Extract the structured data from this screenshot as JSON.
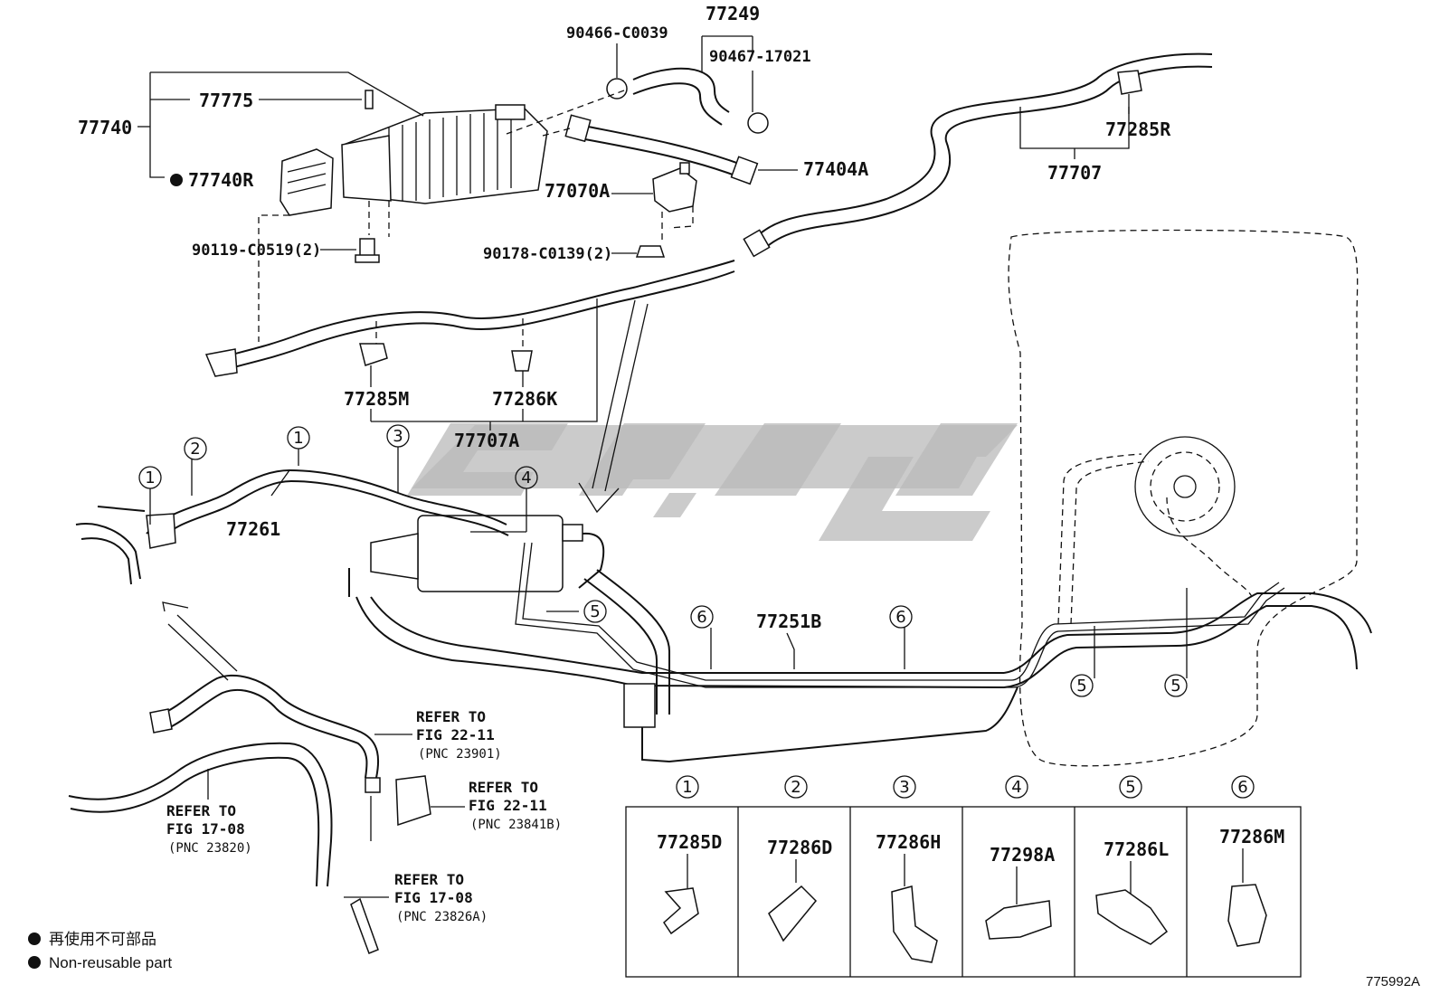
{
  "diagram": {
    "part_labels": {
      "p77249": "77249",
      "p90466": "90466-C0039",
      "p90467": "90467-17021",
      "p77775": "77775",
      "p77740": "77740",
      "p77740R": "77740R",
      "p77404A": "77404A",
      "p77070A": "77070A",
      "p90119": "90119-C0519(2)",
      "p90178": "90178-C0139(2)",
      "p77285R": "77285R",
      "p77707": "77707",
      "p77285M": "77285M",
      "p77286K": "77286K",
      "p77707A": "77707A",
      "p77261": "77261",
      "p77251B": "77251B"
    },
    "callouts": {
      "c1": "1",
      "c2": "2",
      "c3": "3",
      "c4": "4",
      "c5": "5",
      "c6": "6"
    },
    "refs": [
      {
        "line1": "REFER TO",
        "line2": "FIG 22-11",
        "pnc": "(PNC 23901)"
      },
      {
        "line1": "REFER TO",
        "line2": "FIG 22-11",
        "pnc": "(PNC 23841B)"
      },
      {
        "line1": "REFER TO",
        "line2": "FIG 17-08",
        "pnc": "(PNC 23820)"
      },
      {
        "line1": "REFER TO",
        "line2": "FIG 17-08",
        "pnc": "(PNC 23826A)"
      }
    ],
    "table": [
      {
        "num": "1",
        "part": "77285D"
      },
      {
        "num": "2",
        "part": "77286D"
      },
      {
        "num": "3",
        "part": "77286H"
      },
      {
        "num": "4",
        "part": "77298A"
      },
      {
        "num": "5",
        "part": "77286L"
      },
      {
        "num": "6",
        "part": "77286M"
      }
    ],
    "legend": {
      "line1": "再使用不可部品",
      "line2": "Non-reusable part"
    },
    "figure_code": "775992A"
  }
}
